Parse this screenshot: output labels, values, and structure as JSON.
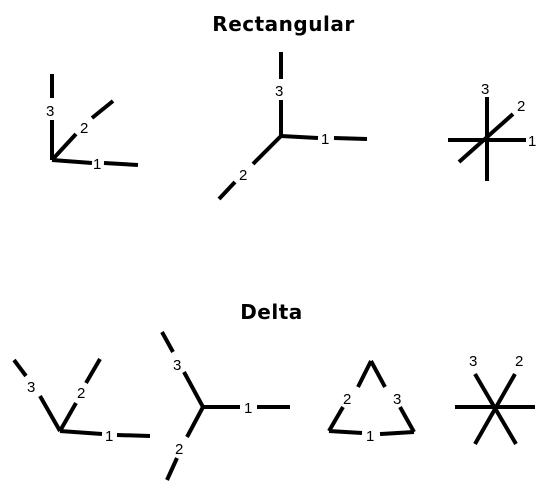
{
  "sections": {
    "rectangular": {
      "title": "Rectangular"
    },
    "delta": {
      "title": "Delta"
    }
  },
  "labels": {
    "one": "1",
    "two": "2",
    "three": "3"
  },
  "colors": {
    "stroke": "#000000",
    "background": "#ffffff"
  }
}
